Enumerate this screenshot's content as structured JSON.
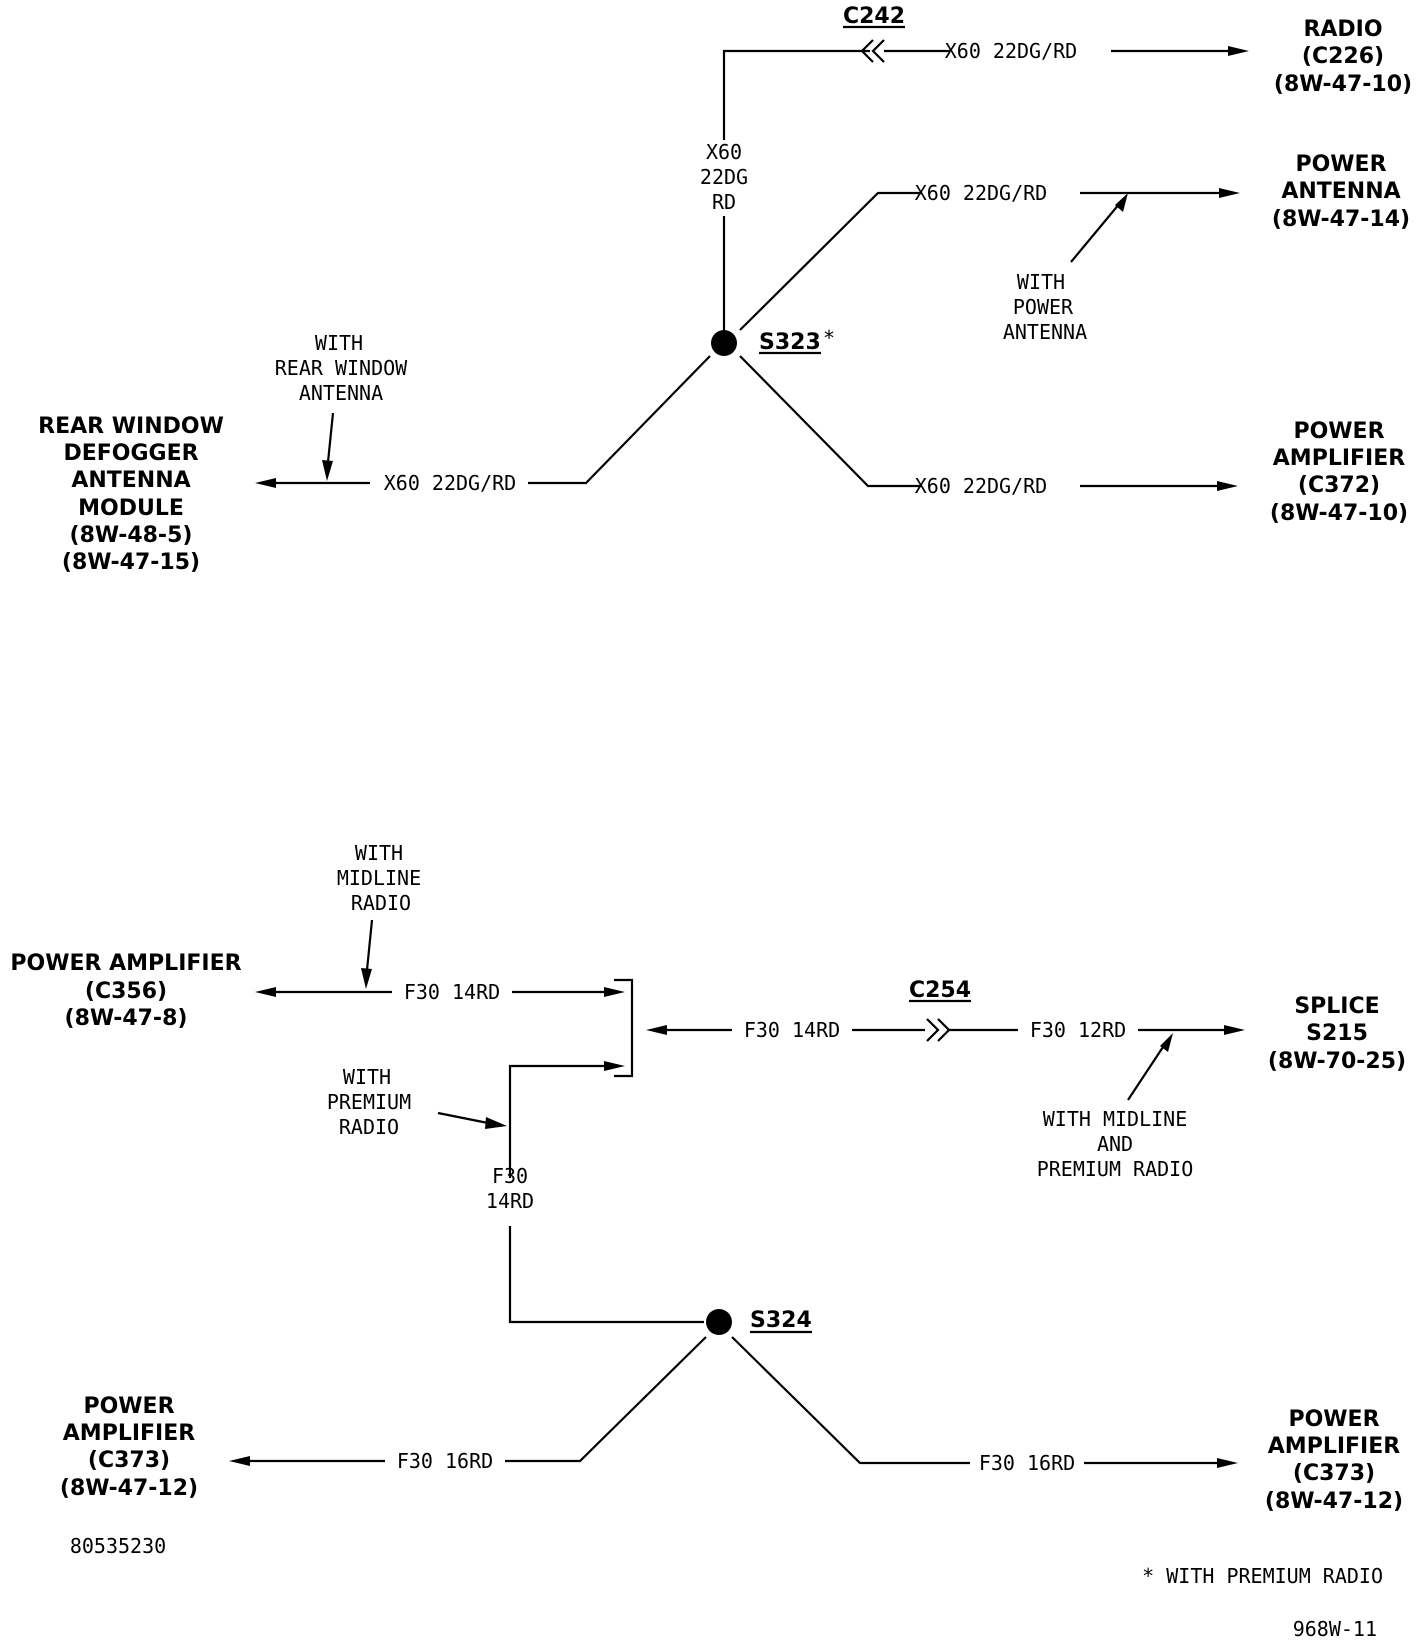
{
  "colors": {
    "ink": "#000000",
    "background": "#ffffff"
  },
  "top": {
    "splice": {
      "id": "S323",
      "mark": "*"
    },
    "connector": "C242",
    "wire_label": "X60 22DG/RD",
    "vertical_wire": [
      "X60",
      "22DG",
      "RD"
    ],
    "radio": [
      "RADIO",
      "(C226)",
      "(8W-47-10)"
    ],
    "power_antenna": [
      "POWER",
      "ANTENNA",
      "(8W-47-14)"
    ],
    "power_antenna_note": [
      "WITH",
      "POWER",
      "ANTENNA"
    ],
    "power_amplifier": [
      "POWER",
      "AMPLIFIER",
      "(C372)",
      "(8W-47-10)"
    ],
    "rear_window": [
      "REAR WINDOW",
      "DEFOGGER",
      "ANTENNA",
      "MODULE",
      "(8W-48-5)",
      "(8W-47-15)"
    ],
    "rear_window_note": [
      "WITH",
      "REAR WINDOW",
      "ANTENNA"
    ]
  },
  "bottom": {
    "splice": {
      "id": "S324"
    },
    "connector": "C254",
    "wire_14": "F30 14RD",
    "wire_12": "F30 12RD",
    "wire_16": "F30 16RD",
    "vertical_wire": [
      "F30",
      "14RD"
    ],
    "amp_c356": [
      "POWER AMPLIFIER",
      "(C356)",
      "(8W-47-8)"
    ],
    "midline_note": [
      "WITH",
      "MIDLINE",
      "RADIO"
    ],
    "premium_note": [
      "WITH",
      "PREMIUM",
      "RADIO"
    ],
    "splice_s215": [
      "SPLICE",
      "S215",
      "(8W-70-25)"
    ],
    "midline_premium_note": [
      "WITH MIDLINE",
      "AND",
      "PREMIUM RADIO"
    ],
    "amp_c373_left": [
      "POWER",
      "AMPLIFIER",
      "(C373)",
      "(8W-47-12)"
    ],
    "amp_c373_right": [
      "POWER",
      "AMPLIFIER",
      "(C373)",
      "(8W-47-12)"
    ]
  },
  "footer": {
    "part_number": "80535230",
    "footnote": "* WITH PREMIUM RADIO",
    "figure_id": "968W-11"
  }
}
